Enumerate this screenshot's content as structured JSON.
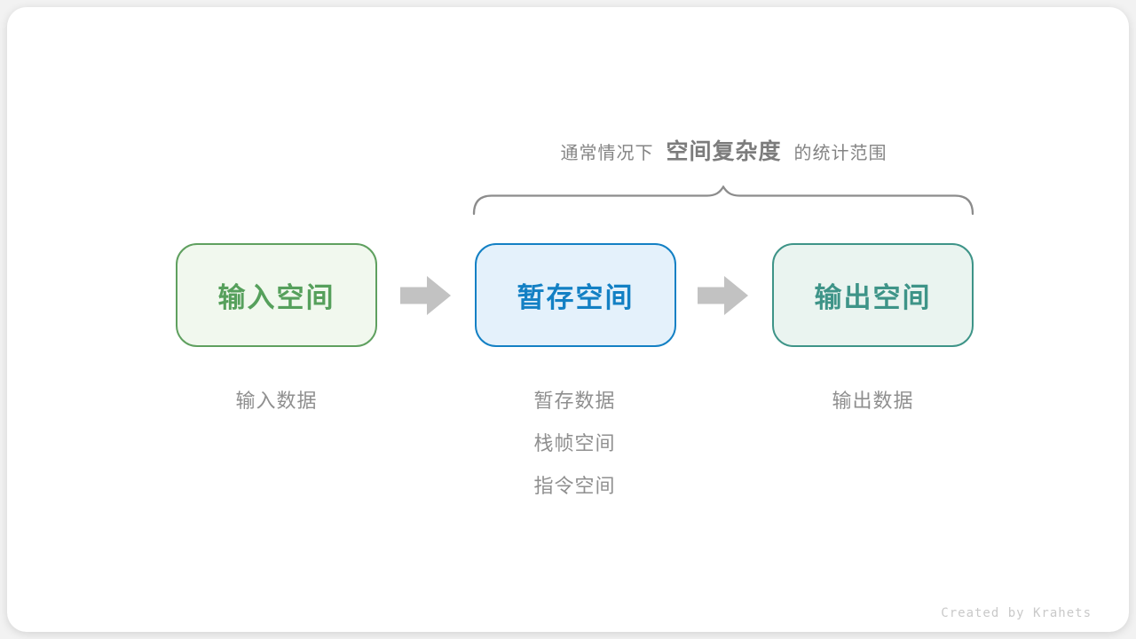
{
  "title": {
    "prefix": "通常情况下",
    "highlight": "空间复杂度",
    "suffix": "的统计范围"
  },
  "boxes": [
    {
      "label": "输入空间",
      "theme": "green",
      "border_color": "#5fa05f",
      "fill_color": "#f1f8ee",
      "text_color": "#56a05c"
    },
    {
      "label": "暂存空间",
      "theme": "blue",
      "border_color": "#1380c4",
      "fill_color": "#e4f1fb",
      "text_color": "#1380c4"
    },
    {
      "label": "输出空间",
      "theme": "teal",
      "border_color": "#3e9488",
      "fill_color": "#eaf4f0",
      "text_color": "#3e9488"
    }
  ],
  "annotations": {
    "input": {
      "line1": "输入数据"
    },
    "temp": {
      "line1": "暂存数据",
      "line2": "栈帧空间",
      "line3": "指令空间"
    },
    "output": {
      "line1": "输出数据"
    }
  },
  "credit": "Created by Krahets",
  "colors": {
    "brace": "#8c8c8c",
    "arrow": "#c2c2c2",
    "title_text": "#848484",
    "annotation_text": "#8f8f8f",
    "card_background": "#ffffff",
    "page_background": "#f2f2f2"
  }
}
